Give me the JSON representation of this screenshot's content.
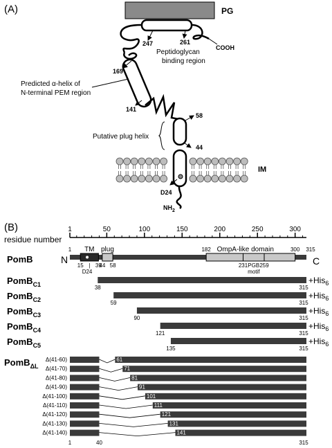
{
  "panel_a": {
    "label": "(A)",
    "pg": "PG",
    "im": "IM",
    "cooh": "COOH",
    "nh2": "NH",
    "nh2_sub": "2",
    "d24": "D24",
    "res_247": "247",
    "res_261": "261",
    "res_169": "169",
    "res_141": "141",
    "res_58": "58",
    "res_44": "44",
    "pgb_line1": "Peptidoglycan",
    "pgb_line2": "binding region",
    "helix_line1_pre": "Predicted ",
    "helix_line1_alpha": "α",
    "helix_line1_post": "-helix of",
    "helix_line2": "N-terminal PEM region",
    "plug_helix": "Putative plug helix"
  },
  "panel_b": {
    "label": "(B)",
    "residue_number": "residue number",
    "ticks": [
      "1",
      "50",
      "100",
      "150",
      "200",
      "250",
      "300"
    ],
    "pomb": "PomB",
    "n_term": "N",
    "c_term": "C",
    "tm": "TM",
    "plug": "plug",
    "ompa": "OmpA-like domain",
    "pgb": "PGB",
    "motif": "motif",
    "top_1": "1",
    "top_182": "182",
    "top_300": "300",
    "top_315": "315",
    "bot_15": "15",
    "bot_39": "39",
    "bot_44": "44",
    "bot_58": "58",
    "bot_d24": "D24",
    "bot_231": "231",
    "bot_259": "259",
    "his_tag": "+His",
    "his_sub": "6",
    "constructs": [
      {
        "name": "PomB",
        "sub": "C1",
        "start": "38",
        "end": "315"
      },
      {
        "name": "PomB",
        "sub": "C2",
        "start": "59",
        "end": "315"
      },
      {
        "name": "PomB",
        "sub": "C3",
        "start": "90",
        "end": "315"
      },
      {
        "name": "PomB",
        "sub": "C4",
        "start": "121",
        "end": "315"
      },
      {
        "name": "PomB",
        "sub": "C5",
        "start": "135",
        "end": "315"
      }
    ],
    "deletion_name": "PomB",
    "deletion_sub": "ΔL",
    "deletions": [
      {
        "label": "Δ(41-60)",
        "resume": "61"
      },
      {
        "label": "Δ(41-70)",
        "resume": "71"
      },
      {
        "label": "Δ(41-80)",
        "resume": "81"
      },
      {
        "label": "Δ(41-90)",
        "resume": "91"
      },
      {
        "label": "Δ(41-100)",
        "resume": "101"
      },
      {
        "label": "Δ(41-110)",
        "resume": "111"
      },
      {
        "label": "Δ(41-120)",
        "resume": "121"
      },
      {
        "label": "Δ(41-130)",
        "resume": "131"
      },
      {
        "label": "Δ(41-140)",
        "resume": "141"
      }
    ],
    "del_bottom_1": "1",
    "del_bottom_40": "40",
    "del_bottom_315": "315"
  }
}
